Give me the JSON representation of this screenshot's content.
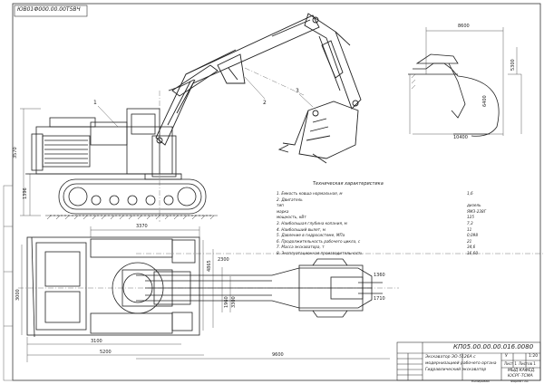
{
  "stamp_top": "ЮВ01Ф000.00.00Т5ВЧ",
  "doc_code": "КП05.00.00.00.016.0080",
  "title_lines": [
    "Экскаватор ЭО-5126А с",
    "модернизацией рабочего органа",
    "Гидравлический экскаватор"
  ],
  "title_cells": {
    "lit": "У",
    "mass": "",
    "scale": "1:20",
    "sheet": "Лист 1",
    "sheets": "Листов 1"
  },
  "org_lines": [
    "МЫД КАФЕД.",
    "ЮСРГ-ТСМА"
  ],
  "copied": "Копировал",
  "format": "Формат А1",
  "spec_title": "Техническая характеристика",
  "spec_items": [
    {
      "k": "1. Емкость ковша нормальная, м",
      "v": "1,6"
    },
    {
      "k": "2. Двигатель",
      "v": ""
    },
    {
      "k": "тип",
      "v": "дизель"
    },
    {
      "k": "марка",
      "v": "ЯМЗ-238Г"
    },
    {
      "k": "мощность, кВт",
      "v": "125"
    },
    {
      "k": "3. Наибольшая глубина копания, м",
      "v": "7,3"
    },
    {
      "k": "4. Наибольший вылет, м",
      "v": "11"
    },
    {
      "k": "5. Давление в гидросистеме, МПа",
      "v": "0,098"
    },
    {
      "k": "6. Продолжительность рабочего цикла, с",
      "v": "21"
    },
    {
      "k": "7. Масса экскаватора, т",
      "v": "34,6"
    },
    {
      "k": "8. Эксплуатационная производительность",
      "v": "16,60"
    }
  ],
  "callouts": [
    "1",
    "2",
    "3"
  ],
  "dims": {
    "side_h_total": "3570",
    "side_h_cab": "1396",
    "plan_w_top": "3370",
    "plan_l_track": "4865",
    "plan_w_mid": "3300",
    "plan_w_frame": "3000",
    "plan_l_bottom": "5200",
    "plan_l_overall": "9600",
    "plan_l_left": "3100",
    "boom_len": "2300",
    "boom_h": "1960",
    "bucket_w": "1360",
    "bucket_h": "1710",
    "detail_top": "8600",
    "detail_bottom": "10400",
    "detail_right_h": "5300",
    "detail_right_h2": "6400"
  }
}
